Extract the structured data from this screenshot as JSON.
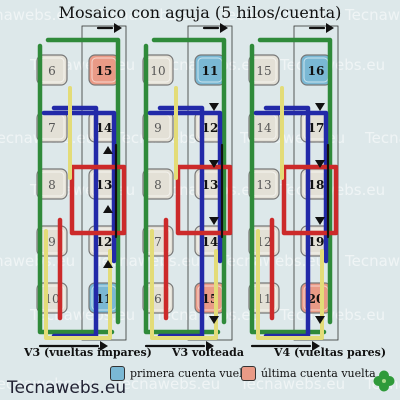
{
  "title": "Mosaico con aguja (5 hilos/cuenta)",
  "watermark": "Tecnawebs.eu",
  "brand": "Tecnawebs.eu",
  "colors": {
    "blue_highlight": "#7ab8d4",
    "red_highlight": "#e99a86",
    "bead": "#e3e0d6",
    "thread_green": "#2f8a3a",
    "thread_blue": "#2229a8",
    "thread_red": "#cc2a2a",
    "thread_yellow": "#e3dc78",
    "thread_dark": "#111111",
    "background": "#dde8ea"
  },
  "panels": [
    {
      "label": "V3 (vueltas impares)",
      "beads": [
        {
          "n": "6",
          "hl": "none"
        },
        {
          "n": "15",
          "hl": "red"
        },
        {
          "n": "7",
          "hl": "none"
        },
        {
          "n": "14",
          "hl": "none"
        },
        {
          "n": "8",
          "hl": "none"
        },
        {
          "n": "13",
          "hl": "none"
        },
        {
          "n": "9",
          "hl": "none"
        },
        {
          "n": "12",
          "hl": "none"
        },
        {
          "n": "10",
          "hl": "none"
        },
        {
          "n": "11",
          "hl": "blue"
        }
      ]
    },
    {
      "label": "V3 volteada",
      "beads": [
        {
          "n": "10",
          "hl": "none"
        },
        {
          "n": "11",
          "hl": "blue"
        },
        {
          "n": "9",
          "hl": "none"
        },
        {
          "n": "12",
          "hl": "none"
        },
        {
          "n": "8",
          "hl": "none"
        },
        {
          "n": "13",
          "hl": "none"
        },
        {
          "n": "7",
          "hl": "none"
        },
        {
          "n": "14",
          "hl": "none"
        },
        {
          "n": "6",
          "hl": "none"
        },
        {
          "n": "15",
          "hl": "red"
        }
      ]
    },
    {
      "label": "V4 (vueltas pares)",
      "beads": [
        {
          "n": "15",
          "hl": "none"
        },
        {
          "n": "16",
          "hl": "blue"
        },
        {
          "n": "14",
          "hl": "none"
        },
        {
          "n": "17",
          "hl": "none"
        },
        {
          "n": "13",
          "hl": "none"
        },
        {
          "n": "18",
          "hl": "none"
        },
        {
          "n": "12",
          "hl": "none"
        },
        {
          "n": "19",
          "hl": "none"
        },
        {
          "n": "11",
          "hl": "none"
        },
        {
          "n": "20",
          "hl": "red"
        }
      ]
    }
  ],
  "legend": [
    {
      "label": "primera cuenta vuelta",
      "hl": "blue"
    },
    {
      "label": "última cuenta vuelta",
      "hl": "red"
    }
  ]
}
